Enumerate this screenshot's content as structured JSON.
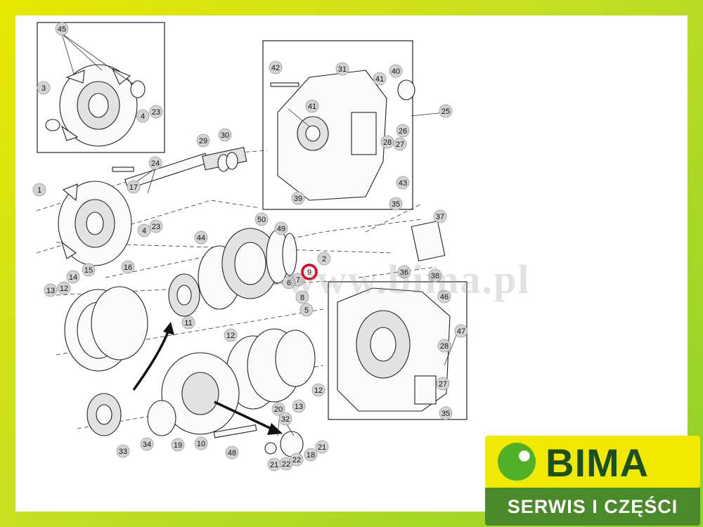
{
  "watermark": "www.bima.pl",
  "logo": {
    "brand": "BIMA",
    "tagline": "SERWIS I CZĘŚCI"
  },
  "highlighted_callout": "9",
  "colors": {
    "frame_green": "#8fd22a",
    "frame_yellow": "#e7e800",
    "logo_dark_green": "#1d4f1d",
    "highlight_red": "#e3001b"
  },
  "callouts": [
    "45",
    "3",
    "4",
    "23",
    "29",
    "30",
    "24",
    "17",
    "1",
    "4",
    "23",
    "15",
    "16",
    "42",
    "31",
    "41",
    "40",
    "25",
    "41",
    "26",
    "28",
    "27",
    "43",
    "39",
    "35",
    "37",
    "36",
    "38",
    "50",
    "49",
    "44",
    "2",
    "9",
    "7",
    "6",
    "5",
    "8",
    "14",
    "12",
    "13",
    "11",
    "46",
    "47",
    "28",
    "27",
    "35",
    "12",
    "20",
    "12",
    "13",
    "19",
    "10",
    "33",
    "34",
    "48",
    "32",
    "21",
    "22",
    "22",
    "18",
    "21"
  ]
}
